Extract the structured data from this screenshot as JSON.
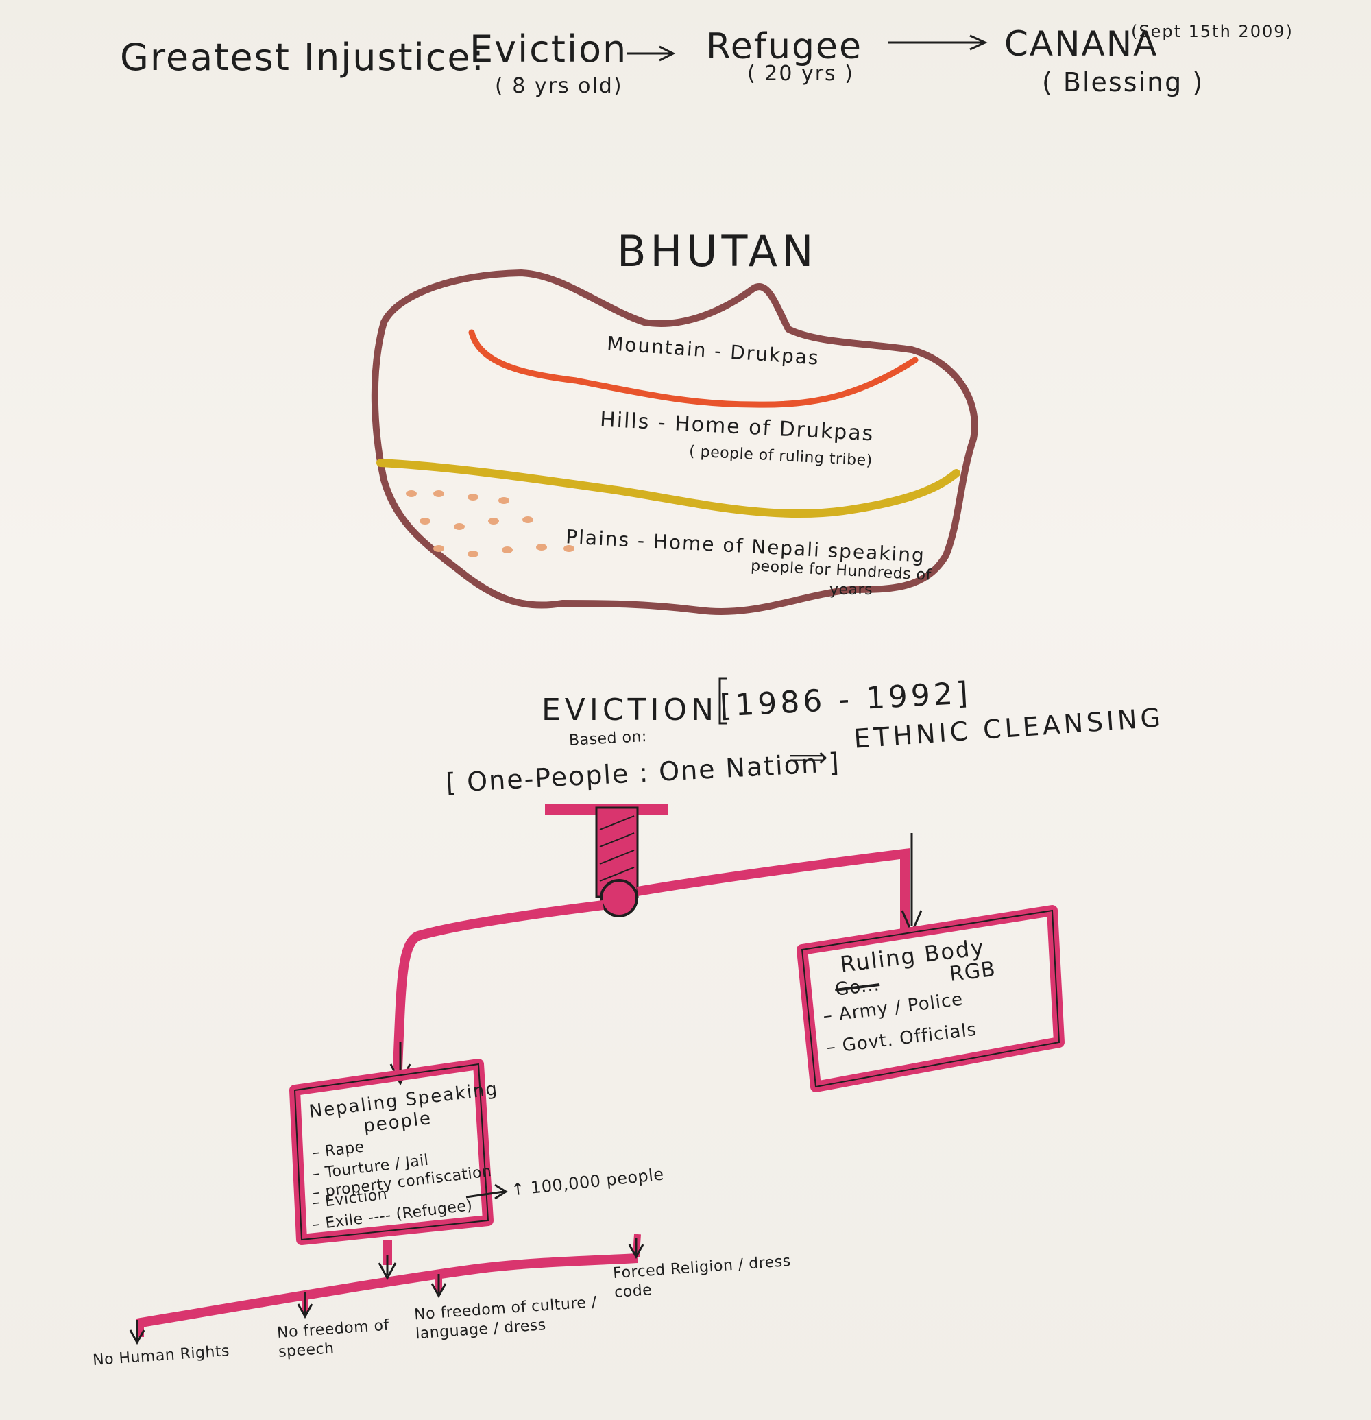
{
  "header": {
    "title": "Greatest Injustice:",
    "stage1": "Eviction",
    "stage1_note": "( 8 yrs old)",
    "stage2": "Refugee",
    "stage2_note": "( 20 yrs )",
    "stage3": "CANANA",
    "stage3_date": "(Sept 15th 2009)",
    "stage3_note": "( Blessing )",
    "arrow": "⟶"
  },
  "map": {
    "title": "BHUTAN",
    "mountain": "Mountain - Drukpas",
    "hills": "Hills - Home of Drukpas",
    "hills_note": "( people of ruling tribe)",
    "plains": "Plains - Home of Nepali speaking",
    "plains_note": "people for Hundreds of",
    "plains_note2": "years",
    "colors": {
      "border": "#8a4a4a",
      "mountain_line": "#e8542c",
      "hills_line": "#d4b020",
      "plains_dots": "#e9a77c"
    }
  },
  "eviction": {
    "title": "EVICTION",
    "years": "[1986 - 1992]",
    "based_on": "Based on:",
    "policy": "[ One-People : One Nation ]",
    "implies": "⟹",
    "result": "ETHNIC CLEANSING"
  },
  "ruling_body": {
    "title": "Ruling Body",
    "struck": "Go...",
    "items": [
      "RGB",
      "Army / Police",
      "Govt. Officials"
    ]
  },
  "nepali": {
    "title": "Nepaling Speaking",
    "title2": "people",
    "items": [
      "Rape",
      "Tourture / Jail",
      "property confiscation",
      "Eviction",
      "Exile ---- (Refugee)"
    ],
    "count": "↑ 100,000 people"
  },
  "effects": [
    "No Human Rights",
    "No freedom of speech",
    "No freedom of culture / language / dress",
    "Forced Religion / dress code"
  ],
  "colors": {
    "magenta": "#d9356e",
    "ink": "#1e1e1e"
  }
}
